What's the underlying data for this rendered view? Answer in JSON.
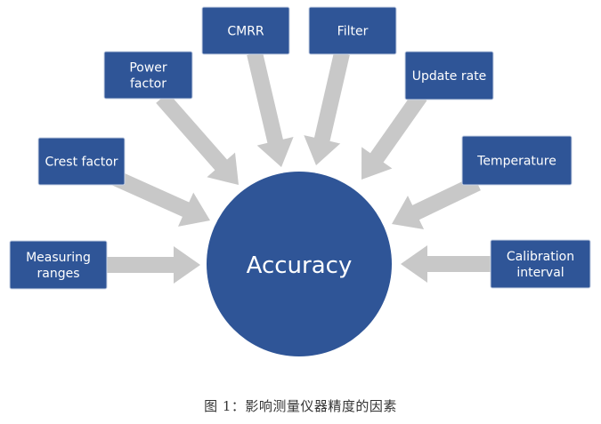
{
  "diagram": {
    "center": {
      "label": "Accuracy",
      "color": "#2f5597"
    },
    "box_color": "#2f5597",
    "arrow_color": "#c8c8c8",
    "factors": [
      {
        "id": "measuring-ranges",
        "lines": [
          "Measuring",
          "ranges"
        ]
      },
      {
        "id": "crest-factor",
        "lines": [
          "Crest factor"
        ]
      },
      {
        "id": "power-factor",
        "lines": [
          "Power",
          "factor"
        ]
      },
      {
        "id": "cmrr",
        "lines": [
          "CMRR"
        ]
      },
      {
        "id": "filter",
        "lines": [
          "Filter"
        ]
      },
      {
        "id": "update-rate",
        "lines": [
          "Update rate"
        ]
      },
      {
        "id": "temperature",
        "lines": [
          "Temperature"
        ]
      },
      {
        "id": "calibration-interval",
        "lines": [
          "Calibration",
          "interval"
        ]
      }
    ]
  },
  "caption": "图 1：影响测量仪器精度的因素"
}
